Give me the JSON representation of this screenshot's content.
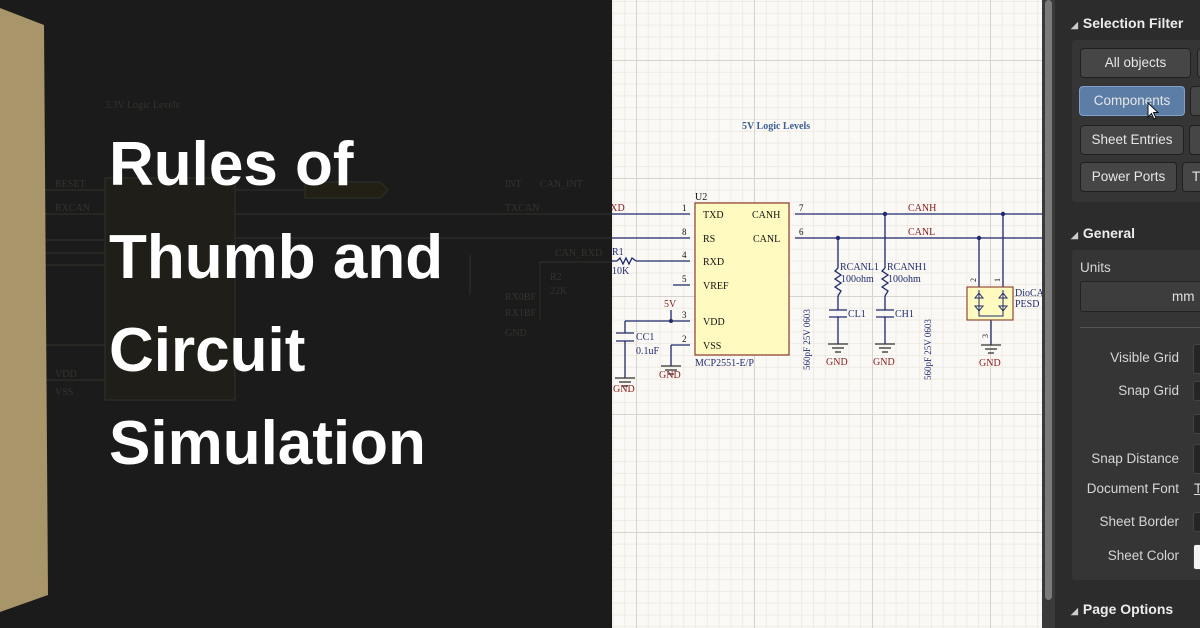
{
  "title": {
    "lines": [
      "Rules of",
      "Thumb and",
      "Circuit",
      "Simulation"
    ]
  },
  "colors": {
    "accent_gold": "#a8966a",
    "overlay_dark": "#1b1b1b",
    "selected_button": "#5c7ea6",
    "schematic_wire": "#1f2a6e",
    "net_label": "#8b1a1a",
    "component_fill": "#fffbc0"
  },
  "background_schematic": {
    "section_label": "3.3V Logic Levels",
    "u1_pins_left": [
      "RESET",
      "RXCAN",
      "VDD",
      "VSS"
    ],
    "u1_pins_right": [
      "INT",
      "TXCAN",
      "RX0BF",
      "RX1BF"
    ],
    "net_labels": [
      "CAN_INT",
      "CAN_RXD",
      "GND"
    ],
    "resistor": {
      "ref": "R2",
      "value": "22K"
    }
  },
  "schematic": {
    "section_label": "5V Logic Levels",
    "ic": {
      "ref": "U2",
      "part": "MCP2551-E/P",
      "left_pins": [
        {
          "num": "1",
          "name": "TXD"
        },
        {
          "num": "8",
          "name": "RS"
        },
        {
          "num": "4",
          "name": "RXD"
        },
        {
          "num": "5",
          "name": "VREF"
        },
        {
          "num": "3",
          "name": "VDD"
        },
        {
          "num": "2",
          "name": "VSS"
        }
      ],
      "right_pins": [
        {
          "num": "7",
          "name": "CANH"
        },
        {
          "num": "6",
          "name": "CANL"
        }
      ]
    },
    "nets": {
      "txd": "CAN_TXD",
      "canh": "CANH",
      "canl": "CANL",
      "power": "5V",
      "ground": "GND"
    },
    "r1": {
      "ref": "R1",
      "value": "10K"
    },
    "cc1": {
      "ref": "CC1",
      "value": "0.1uF"
    },
    "rcanl1": {
      "ref": "RCANL1",
      "value": "100ohm"
    },
    "rcanh1": {
      "ref": "RCANH1",
      "value": "100ohm"
    },
    "cl1": {
      "ref": "CL1",
      "value": "560pF 25V 0603"
    },
    "ch1": {
      "ref": "CH1",
      "value": "560pF 25V 0603"
    },
    "diode": {
      "ref": "DioCA",
      "part": "PESD",
      "pins": [
        "2",
        "1",
        "3"
      ]
    }
  },
  "panel": {
    "selection_filter": {
      "header": "Selection Filter",
      "buttons": [
        {
          "label": "All objects",
          "selected": false
        },
        {
          "label": "Components",
          "selected": true
        },
        {
          "label": "Sheet Entries",
          "selected": false
        },
        {
          "label": "Power Ports",
          "selected": false
        }
      ],
      "partial_button_label": "T"
    },
    "general": {
      "header": "General",
      "units_label": "Units",
      "units_value": "mm",
      "rows": [
        "Visible Grid",
        "Snap Grid",
        "Snap Distance",
        "Document Font",
        "Sheet Border",
        "Sheet Color"
      ],
      "document_font_value": "T"
    },
    "page_options": {
      "header": "Page Options"
    }
  }
}
